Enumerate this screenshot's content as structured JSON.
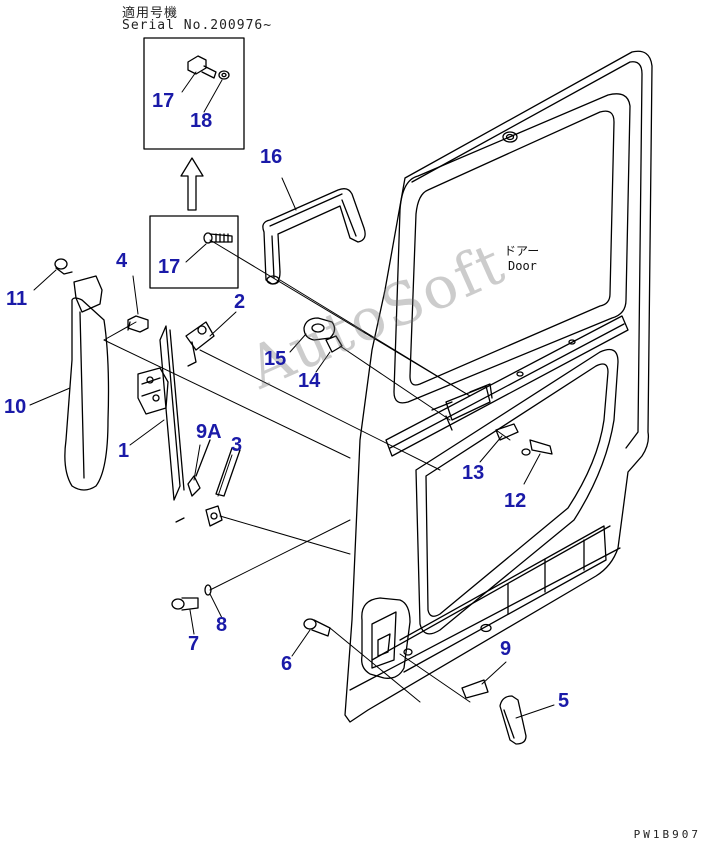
{
  "serial": {
    "title_jp": "適用号機",
    "serial_no": "Serial No.200976~"
  },
  "door_label": {
    "jp": "ドアー",
    "en": "Door"
  },
  "watermark": "AutoSoft",
  "drawing_code": "PW1B907",
  "part_labels": {
    "p1": "1",
    "p2": "2",
    "p3": "3",
    "p4": "4",
    "p5": "5",
    "p6": "6",
    "p7": "7",
    "p8": "8",
    "p9": "9",
    "p9a": "9A",
    "p10": "10",
    "p11": "11",
    "p12": "12",
    "p13": "13",
    "p14": "14",
    "p15": "15",
    "p16": "16",
    "p17_top": "17",
    "p17": "17",
    "p18": "18"
  },
  "colors": {
    "label_blue": "#1a1aa8",
    "line": "#000000"
  }
}
